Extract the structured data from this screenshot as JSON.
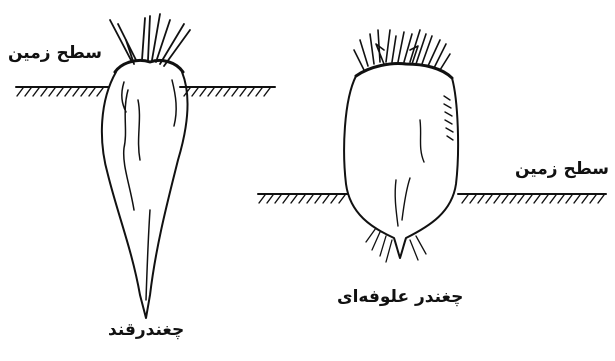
{
  "labels": {
    "ground_surface_left": "سطح زمین",
    "ground_surface_right": "سطح زمین",
    "sugar_beet": "چغندرقند",
    "fodder_beet": "چغندر علوفه‌ای"
  },
  "colors": {
    "ink": "#111111",
    "background": "#ffffff"
  }
}
